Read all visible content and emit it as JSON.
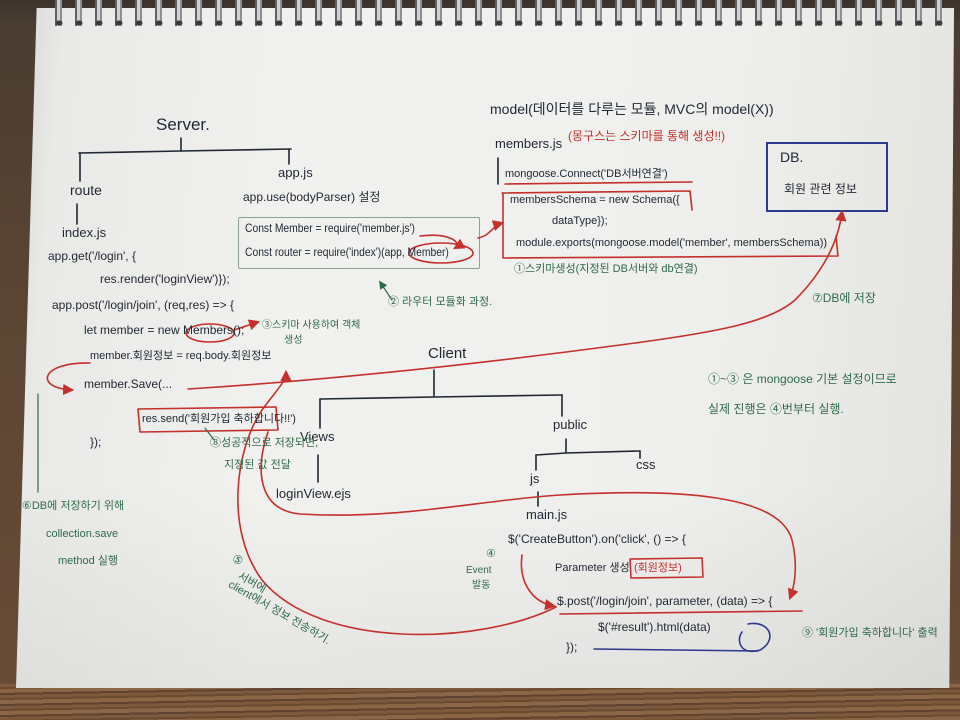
{
  "colors": {
    "ink": "#1f2733",
    "red": "#c4302b",
    "green": "#2f6a48",
    "blue": "#2d3a8c",
    "paper": "#f1f1ef"
  },
  "server": {
    "title": "Server.",
    "route": {
      "label": "route",
      "file": "index.js",
      "code": {
        "get": "app.get('/login', {",
        "render": "res.render('loginView')});",
        "post": "app.post('/login/join', (req,res) => {",
        "new_member": "let member = new Members();",
        "assign": "member.회원정보 = req.body.회원정보",
        "save": "member.Save(...",
        "send": "res.send('회원가입 축하합니다!!')",
        "close": "});"
      }
    },
    "app": {
      "file": "app.js",
      "use": "app.use(bodyParser) 설정",
      "require_member": "Const Member = require('member.js')",
      "require_router": "Const router = require('index')(app, Member)"
    }
  },
  "model": {
    "title": "model(데이터를 다루는 모듈, MVC의 model(X))",
    "file": "members.js",
    "file_note": "(몽구스는 스키마를 통해 생성!!)",
    "connect": "mongoose.Connect('DB서버연결')",
    "schema": "membersSchema = new Schema({",
    "data_type": "dataType});",
    "exports": "module.exports(mongoose.model('member', membersSchema))"
  },
  "db": {
    "title": "DB.",
    "content": "회원 관련 정보"
  },
  "client": {
    "title": "Client",
    "views": "Views",
    "public": "public",
    "view_file": "loginView.ejs",
    "js": "js",
    "css": "css",
    "main_file": "main.js",
    "code": {
      "click": "$('CreateButton').on('click', () => {",
      "parameter": "Parameter 생성",
      "parameter_note": "(회원정보)",
      "post": "$.post('/login/join', parameter, (data) => {",
      "result": "$('#result').html(data)",
      "close": "});"
    }
  },
  "steps": {
    "step1": "①스키마생성(지정된 DB서버와 db연결)",
    "step2": "② 라우터 모듈화 과정.",
    "step3": [
      "③스키마 사용하여 객체",
      "생성"
    ],
    "step4": [
      "④",
      "Event",
      "발동"
    ],
    "step5": [
      "⑤",
      "서버에",
      "client에서 정보 전송하기."
    ],
    "step6": [
      "⑥DB에 저장하기 위해",
      "collection.save",
      "method 실행"
    ],
    "step7": "⑦DB에 저장",
    "step8": [
      "⑧성공적으로 저장되면,",
      "지정된 값 전달"
    ],
    "step9": "⑨ '회원가입 축하합니다' 출력",
    "overview": [
      "①~③ 은 mongoose 기본 설정이므로",
      "실제 진행은 ④번부터 실행."
    ]
  }
}
